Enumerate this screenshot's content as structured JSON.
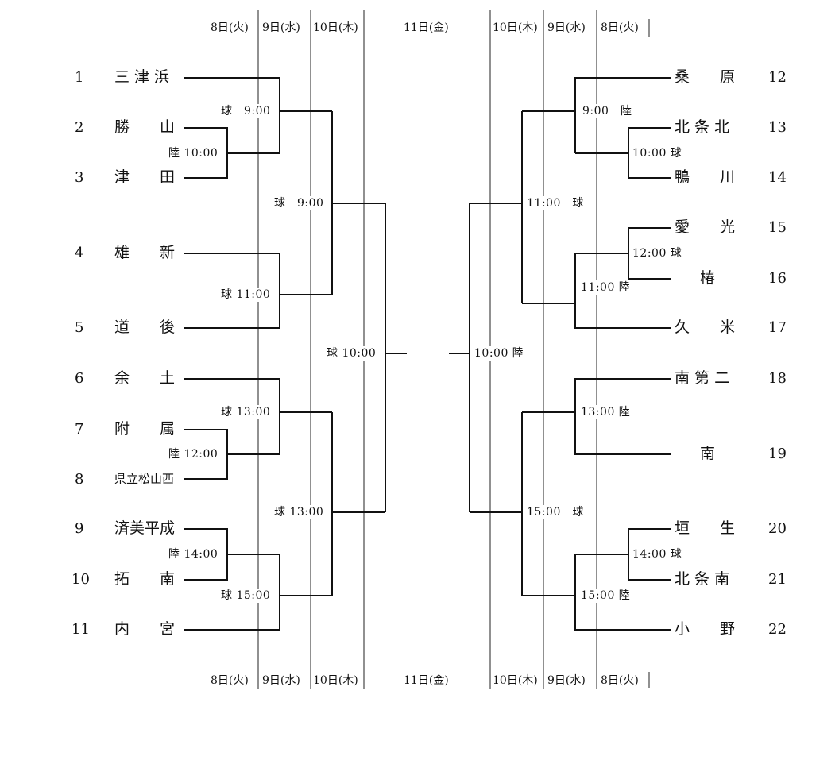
{
  "headers": {
    "left": [
      "8日(火)",
      "9日(水)",
      "10日(木)"
    ],
    "center": "11日(金)",
    "right": [
      "10日(木)",
      "9日(水)",
      "8日(火)"
    ]
  },
  "left_teams": [
    {
      "no": "1",
      "name": "三 津 浜"
    },
    {
      "no": "2",
      "name": "勝　　山"
    },
    {
      "no": "3",
      "name": "津　　田"
    },
    {
      "no": "4",
      "name": "雄　　新"
    },
    {
      "no": "5",
      "name": "道　　後"
    },
    {
      "no": "6",
      "name": "余　　土"
    },
    {
      "no": "7",
      "name": "附　　属"
    },
    {
      "no": "8",
      "name": "県立松山西"
    },
    {
      "no": "9",
      "name": "済美平成"
    },
    {
      "no": "10",
      "name": "拓　　南"
    },
    {
      "no": "11",
      "name": "内　　宮"
    }
  ],
  "right_teams": [
    {
      "no": "12",
      "name": "桑　　原"
    },
    {
      "no": "13",
      "name": "北 条 北"
    },
    {
      "no": "14",
      "name": "鴨　　川"
    },
    {
      "no": "15",
      "name": "愛　　光"
    },
    {
      "no": "16",
      "name": "椿"
    },
    {
      "no": "17",
      "name": "久　　米"
    },
    {
      "no": "18",
      "name": "南 第 二"
    },
    {
      "no": "19",
      "name": "南"
    },
    {
      "no": "20",
      "name": "垣　　生"
    },
    {
      "no": "21",
      "name": "北 条 南"
    },
    {
      "no": "22",
      "name": "小　　野"
    }
  ],
  "left_games": [
    "球　9:00",
    "陸 10:00",
    "球　9:00",
    "球 11:00",
    "球 10:00",
    "球 13:00",
    "陸 12:00",
    "球 13:00",
    "陸 14:00",
    "球 15:00"
  ],
  "right_games": [
    "9:00　陸",
    "10:00 球",
    "11:00　球",
    "12:00 球",
    "11:00 陸",
    "10:00 陸",
    "13:00 陸",
    "15:00　球",
    "14:00 球",
    "15:00 陸"
  ]
}
